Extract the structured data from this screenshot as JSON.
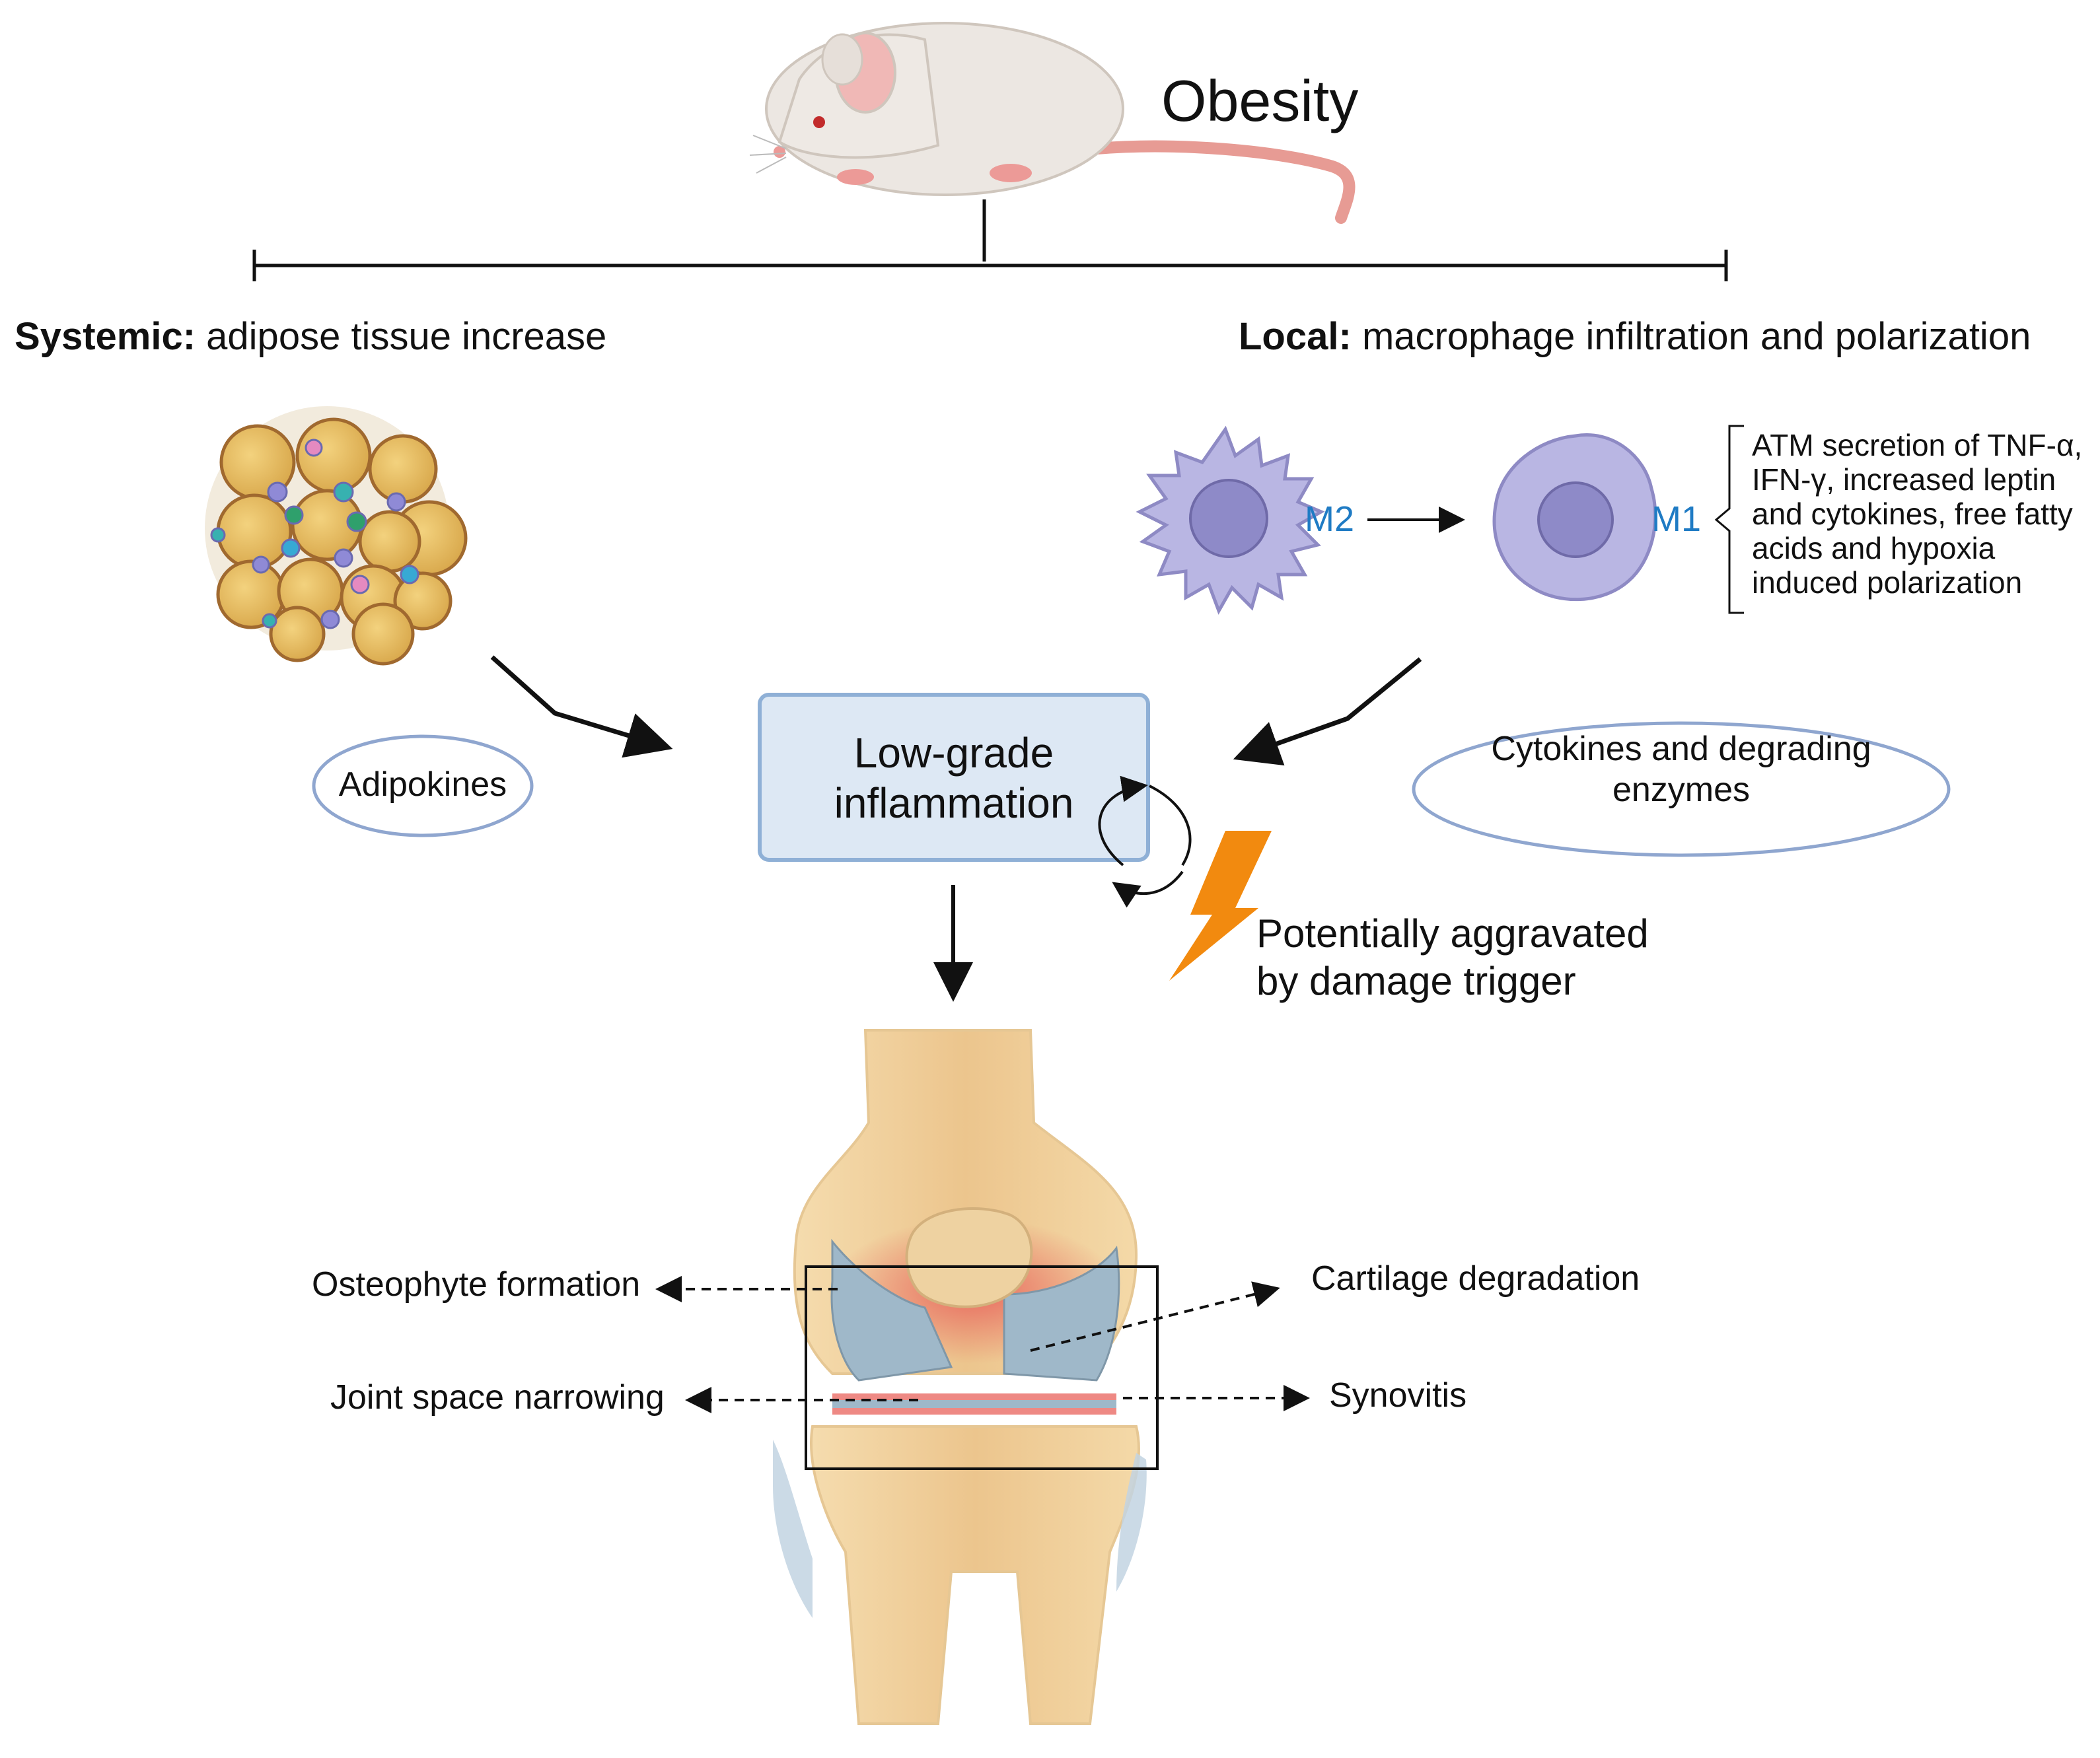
{
  "title": "Obesity",
  "systemic": {
    "heading": "Systemic:",
    "text": "adipose tissue increase"
  },
  "local": {
    "heading": "Local:",
    "text": "macrophage infiltration and polarization"
  },
  "macrophages": {
    "m2_label": "M2",
    "m1_label": "M1",
    "note_lines": [
      "ATM secretion of TNF-α,",
      "IFN-γ, increased leptin",
      "and cytokines, free fatty",
      "acids and hypoxia",
      "induced polarization"
    ]
  },
  "adipokines": "Adipokines",
  "cytokines_lines": [
    "Cytokines and degrading",
    "enzymes"
  ],
  "inflammation_lines": [
    "Low-",
    "grade"
  ],
  "inflammation": [
    "Low-grade",
    "inflammation"
  ],
  "trigger_lines": [
    "Potentially aggravated",
    "by damage trigger"
  ],
  "knee_labels": {
    "osteophyte": "Osteophyte formation",
    "joint_space": "Joint space narrowing",
    "cartilage": "Cartilage degradation",
    "synovitis": "Synovitis"
  },
  "colors": {
    "accent_blue": "#1f7bc4",
    "box_fill": "#dde8f4",
    "box_border": "#8fb0d6",
    "oval_border": "#8fa6cf",
    "bolt": "#f28a0f",
    "bone": "#ebc58f",
    "cartilage": "#9fb8c9",
    "inflamed": "#e8615b",
    "adipocyte": "#e0b660",
    "macrophage": "#b9b6e3"
  },
  "icons": [
    "mouse-icon",
    "adipose-tissue-icon",
    "m2-macrophage-icon",
    "m1-macrophage-icon",
    "lightning-bolt-icon",
    "knee-joint-icon",
    "cycle-arrows-icon"
  ]
}
